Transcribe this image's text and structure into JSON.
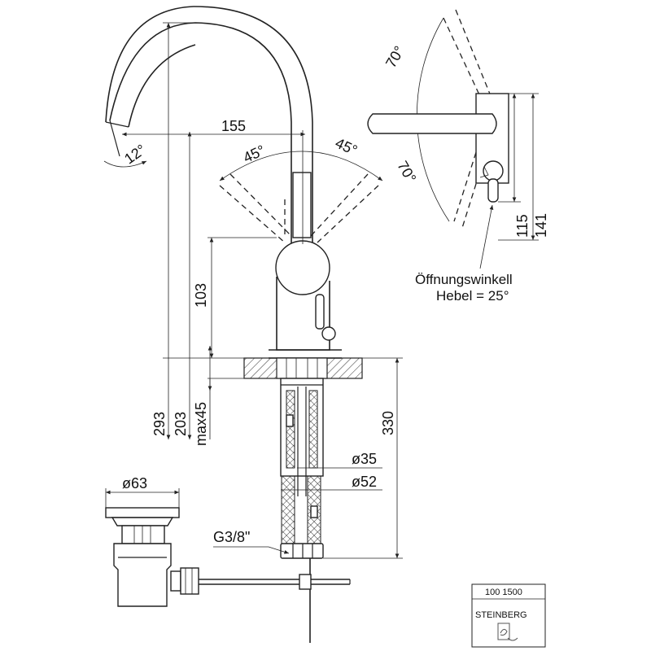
{
  "dimensions": {
    "reach": "155",
    "spout_angle": "12°",
    "lever_left_angle": "45°",
    "lever_right_angle": "45°",
    "lever_height": "103",
    "total_height": "293",
    "spout_height": "203",
    "deck_thickness": "max45",
    "shank_length": "330",
    "shank_dia_inner": "ø35",
    "shank_dia_outer": "ø52",
    "connection_thread": "G3/8\"",
    "drain_dia": "ø63",
    "top_view_angle_upper": "70°",
    "top_view_angle_lower": "70°",
    "top_view_dim_a": "115",
    "top_view_dim_b": "141"
  },
  "labels": {
    "opening_angle_line1": "Öffnungswinkell",
    "opening_angle_line2": "Hebel = 25°"
  },
  "title_block": {
    "article_number": "100 1500",
    "brand": "STEINBERG"
  }
}
